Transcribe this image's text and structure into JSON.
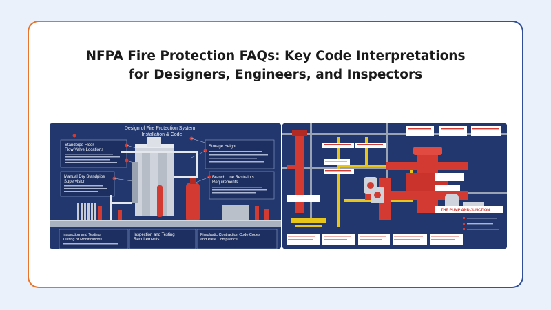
{
  "title": {
    "line1": "NFPA Fire Protection FAQs: Key Code Interpretations",
    "line2": "for Designers, Engineers, and Inspectors"
  },
  "left_image": {
    "heading_line1": "Design  of Fire Protection System",
    "heading_line2": "Installation & Code",
    "label_standpipe": [
      "Standpipe Floor",
      "Flow Valve Locations"
    ],
    "label_manual": [
      "Manual Dry Standpipe",
      "Supervision"
    ],
    "label_storage": [
      "Storage Height"
    ],
    "label_branch": [
      "Branch Line Restraints",
      "Requirements"
    ],
    "label_inspection_left": [
      "Inspection and Testing",
      "Testing of Modifications"
    ],
    "label_inspection_mid": [
      "Inspection and Testing",
      "Requirements:"
    ],
    "label_fireplastic": [
      "Fireplastic Contraction Code Codes",
      "and Piete Compliance:"
    ]
  },
  "right_image": {
    "banner": "THE PUMP AND JUNCTION"
  },
  "colors": {
    "navy": "#22376e",
    "pipe_red": "#d23a32",
    "pipe_yellow": "#e8c619",
    "border_orange": "#e8742a",
    "border_blue": "#2f4f9a"
  }
}
